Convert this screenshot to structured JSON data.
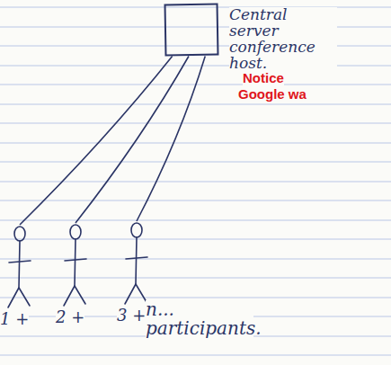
{
  "diagram": {
    "nodes": [
      {
        "text": [
          "Central server conference host."
        ]
      },
      {
        "text": [
          "1 +"
        ]
      },
      {
        "text": [
          "2 +"
        ]
      },
      {
        "text": [
          "3 +"
        ]
      }
    ],
    "edges": [
      {
        "from": 0,
        "to": 1,
        "arrow": "none"
      },
      {
        "from": 0,
        "to": 2,
        "arrow": "none"
      },
      {
        "from": 0,
        "to": 3,
        "arrow": "none"
      }
    ],
    "labels": [
      "n... participants.",
      "Notice",
      "Google wa"
    ]
  }
}
